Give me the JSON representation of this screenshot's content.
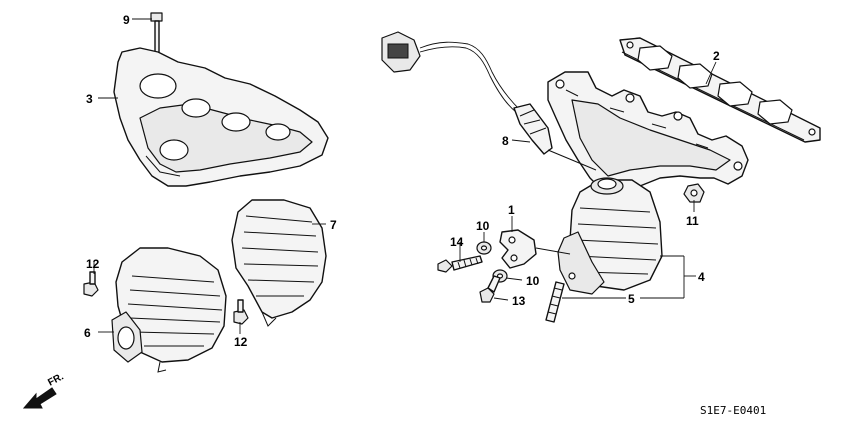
{
  "labels": {
    "l1": "1",
    "l2": "2",
    "l3": "3",
    "l4": "4",
    "l5": "5",
    "l6": "6",
    "l7": "7",
    "l8": "8",
    "l9": "9",
    "l10a": "10",
    "l10b": "10",
    "l11": "11",
    "l12a": "12",
    "l12b": "12",
    "l13": "13",
    "l14": "14"
  },
  "direction": "FR.",
  "diagram_code": "S1E7-E0401"
}
